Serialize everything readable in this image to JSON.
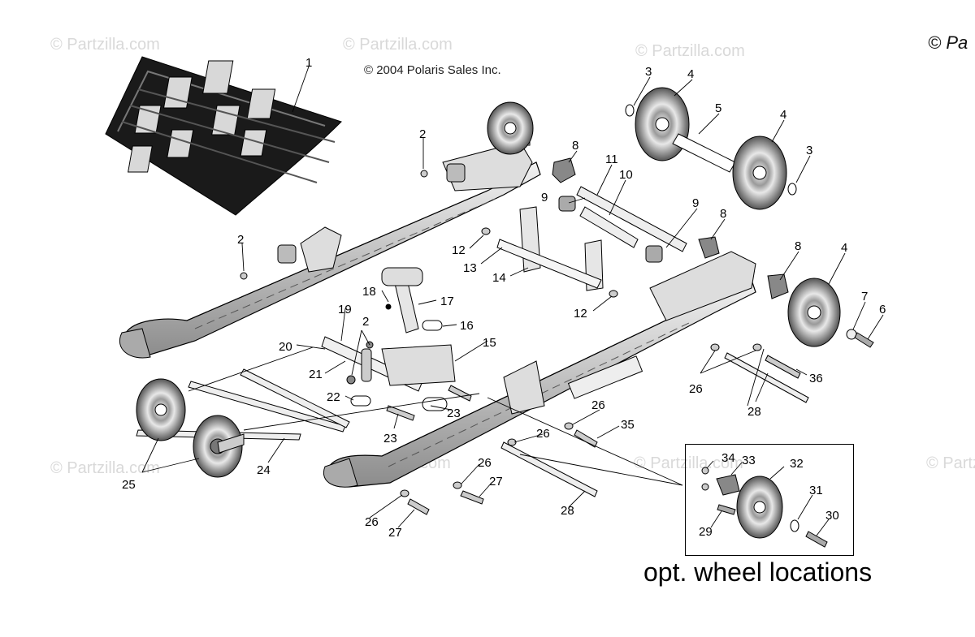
{
  "copyright_text": "© 2004 Polaris Sales Inc.",
  "corner_copyright": "© Pa",
  "watermark_text": "© Partzilla.com",
  "caption": "opt. wheel locations",
  "callouts": [
    {
      "id": "c1",
      "label": "1"
    },
    {
      "id": "c2a",
      "label": "2"
    },
    {
      "id": "c2b",
      "label": "2"
    },
    {
      "id": "c2c",
      "label": "2"
    },
    {
      "id": "c3a",
      "label": "3"
    },
    {
      "id": "c3b",
      "label": "3"
    },
    {
      "id": "c4a",
      "label": "4"
    },
    {
      "id": "c4b",
      "label": "4"
    },
    {
      "id": "c4c",
      "label": "4"
    },
    {
      "id": "c5",
      "label": "5"
    },
    {
      "id": "c6",
      "label": "6"
    },
    {
      "id": "c7",
      "label": "7"
    },
    {
      "id": "c8a",
      "label": "8"
    },
    {
      "id": "c8b",
      "label": "8"
    },
    {
      "id": "c8c",
      "label": "8"
    },
    {
      "id": "c9a",
      "label": "9"
    },
    {
      "id": "c9b",
      "label": "9"
    },
    {
      "id": "c10",
      "label": "10"
    },
    {
      "id": "c11",
      "label": "11"
    },
    {
      "id": "c12a",
      "label": "12"
    },
    {
      "id": "c12b",
      "label": "12"
    },
    {
      "id": "c13",
      "label": "13"
    },
    {
      "id": "c14",
      "label": "14"
    },
    {
      "id": "c15",
      "label": "15"
    },
    {
      "id": "c16",
      "label": "16"
    },
    {
      "id": "c17",
      "label": "17"
    },
    {
      "id": "c18",
      "label": "18"
    },
    {
      "id": "c19",
      "label": "19"
    },
    {
      "id": "c20",
      "label": "20"
    },
    {
      "id": "c21",
      "label": "21"
    },
    {
      "id": "c22",
      "label": "22"
    },
    {
      "id": "c23a",
      "label": "23"
    },
    {
      "id": "c23b",
      "label": "23"
    },
    {
      "id": "c24",
      "label": "24"
    },
    {
      "id": "c25",
      "label": "25"
    },
    {
      "id": "c26a",
      "label": "26"
    },
    {
      "id": "c26b",
      "label": "26"
    },
    {
      "id": "c26c",
      "label": "26"
    },
    {
      "id": "c26d",
      "label": "26"
    },
    {
      "id": "c26e",
      "label": "26"
    },
    {
      "id": "c27a",
      "label": "27"
    },
    {
      "id": "c27b",
      "label": "27"
    },
    {
      "id": "c28a",
      "label": "28"
    },
    {
      "id": "c28b",
      "label": "28"
    },
    {
      "id": "c29",
      "label": "29"
    },
    {
      "id": "c30",
      "label": "30"
    },
    {
      "id": "c31",
      "label": "31"
    },
    {
      "id": "c32",
      "label": "32"
    },
    {
      "id": "c33",
      "label": "33"
    },
    {
      "id": "c34",
      "label": "34"
    },
    {
      "id": "c35",
      "label": "35"
    },
    {
      "id": "c36",
      "label": "36"
    }
  ]
}
